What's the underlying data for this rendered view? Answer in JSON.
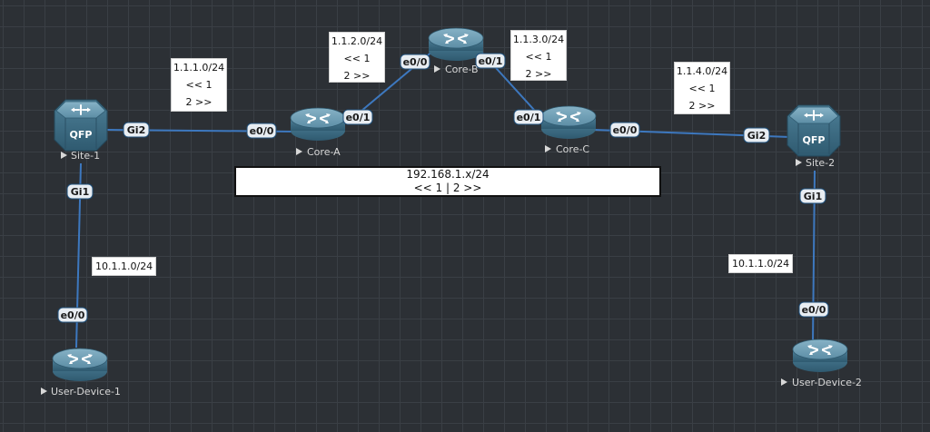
{
  "colors": {
    "canvas_bg": "#2c3035",
    "grid": "#3a3f45",
    "link": "#3d78bf",
    "router_top": "#6f9db3",
    "router_side": "#406e85",
    "label_text": "#d8d8d8",
    "port_bg": "#e8edf2",
    "port_border": "#1f4f7a"
  },
  "nodes": {
    "site1": {
      "label": "Site-1",
      "type": "qfp-router",
      "icon": "qfp-router-icon",
      "badge": "QFP"
    },
    "site2": {
      "label": "Site-2",
      "type": "qfp-router",
      "icon": "qfp-router-icon",
      "badge": "QFP"
    },
    "core_a": {
      "label": "Core-A",
      "type": "router",
      "icon": "router-icon"
    },
    "core_b": {
      "label": "Core-B",
      "type": "router",
      "icon": "router-icon"
    },
    "core_c": {
      "label": "Core-C",
      "type": "router",
      "icon": "router-icon"
    },
    "user1": {
      "label": "User-Device-1",
      "type": "router",
      "icon": "router-icon"
    },
    "user2": {
      "label": "User-Device-2",
      "type": "router",
      "icon": "router-icon"
    }
  },
  "ports": {
    "site1_gi2": "Gi2",
    "site1_gi1": "Gi1",
    "core_a_e0_0": "e0/0",
    "core_a_e0_1": "e0/1",
    "core_b_e0_0": "e0/0",
    "core_b_e0_1": "e0/1",
    "core_c_e0_1": "e0/1",
    "core_c_e0_0": "e0/0",
    "site2_gi2": "Gi2",
    "site2_gi1": "Gi1",
    "user1_e0_0": "e0/0",
    "user2_e0_0": "e0/0"
  },
  "annotations": {
    "net_1_1_1": {
      "subnet": "1.1.1.0/24",
      "left": "<< 1",
      "right": "2 >>"
    },
    "net_1_1_2": {
      "subnet": "1.1.2.0/24",
      "left": "<< 1",
      "right": "2 >>"
    },
    "net_1_1_3": {
      "subnet": "1.1.3.0/24",
      "left": "<< 1",
      "right": "2 >>"
    },
    "net_1_1_4": {
      "subnet": "1.1.4.0/24",
      "left": "<< 1",
      "right": "2 >>"
    },
    "net_10_left": {
      "subnet": "10.1.1.0/24"
    },
    "net_10_right": {
      "subnet": "10.1.1.0/24"
    },
    "banner": {
      "subnet": "192.168.1.x/24",
      "sides": "<< 1 | 2 >>"
    }
  }
}
